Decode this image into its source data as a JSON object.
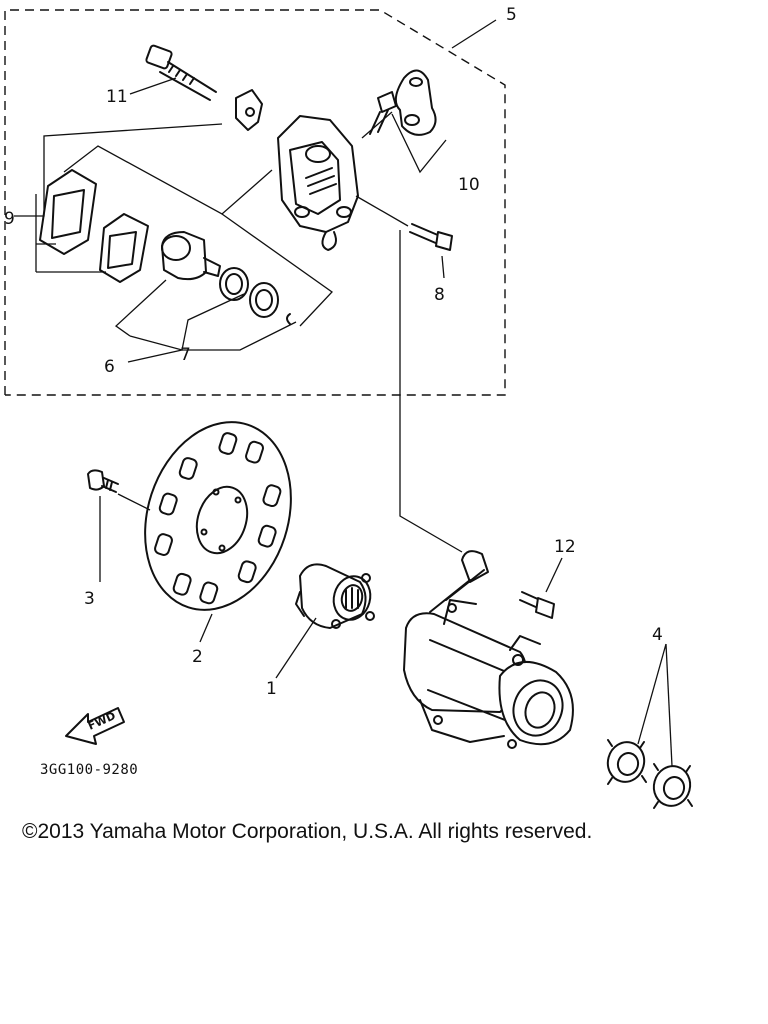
{
  "callouts": {
    "c1": "1",
    "c2": "2",
    "c3": "3",
    "c4": "4",
    "c5": "5",
    "c6": "6",
    "c7": "7",
    "c8": "8",
    "c9": "9",
    "c10": "10",
    "c11": "11",
    "c12": "12"
  },
  "fwd_label": "FWD",
  "drawing_code": "3GG100-9280",
  "copyright": "©2013 Yamaha Motor Corporation, U.S.A. All rights reserved."
}
